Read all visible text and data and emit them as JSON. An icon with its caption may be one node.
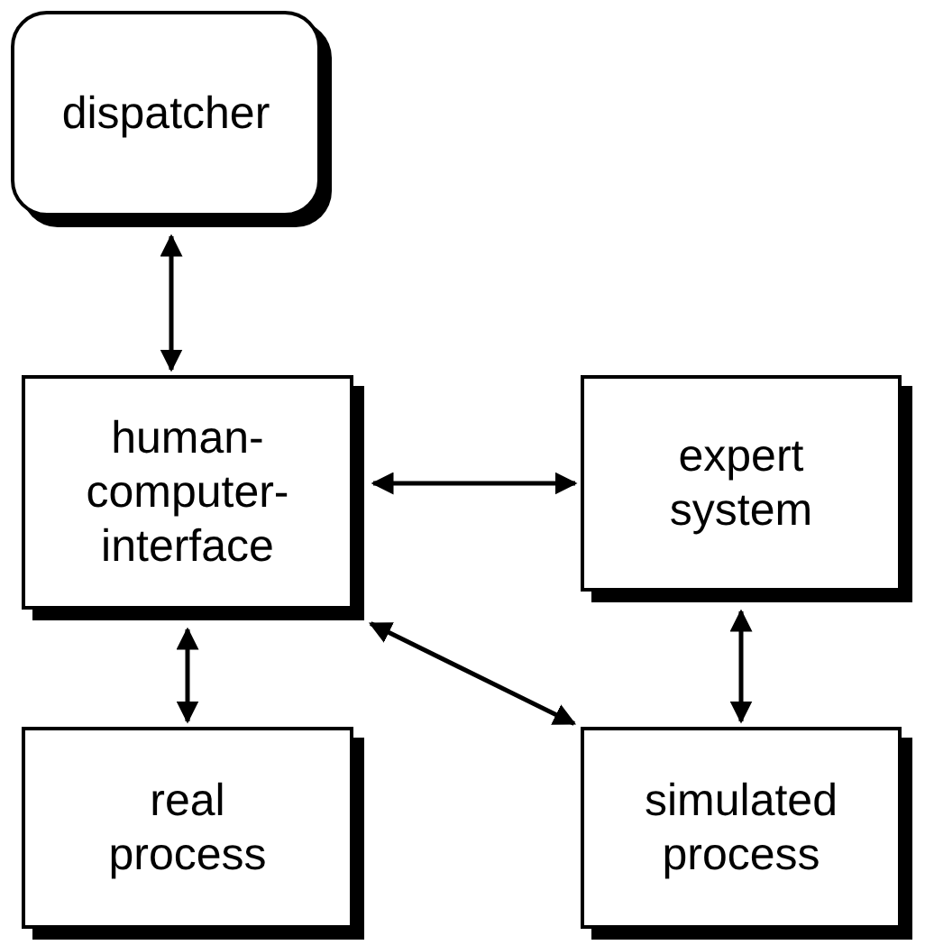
{
  "diagram": {
    "nodes": [
      {
        "text": [
          "dispatcher"
        ]
      },
      {
        "text": [
          "human-computer-interface"
        ]
      },
      {
        "text": [
          "expert system"
        ]
      },
      {
        "text": [
          "real process"
        ]
      },
      {
        "text": [
          "simulated process"
        ]
      }
    ],
    "edges": [
      {
        "from": 0,
        "to": 1,
        "arrow": "both"
      },
      {
        "from": 1,
        "to": 2,
        "arrow": "both"
      },
      {
        "from": 1,
        "to": 3,
        "arrow": "both"
      },
      {
        "from": 2,
        "to": 4,
        "arrow": "both"
      },
      {
        "from": 1,
        "to": 4,
        "arrow": "both"
      }
    ]
  }
}
